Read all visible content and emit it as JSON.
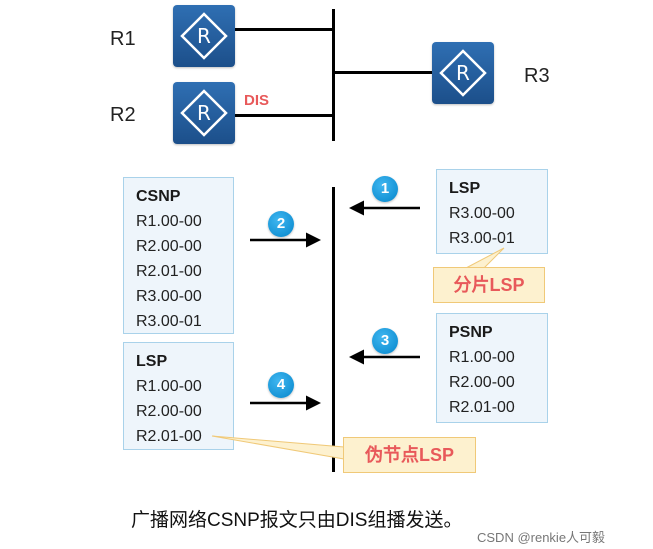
{
  "topology": {
    "routers": [
      {
        "label": "R1"
      },
      {
        "label": "R2",
        "tag": "DIS"
      },
      {
        "label": "R3"
      }
    ]
  },
  "csnp": {
    "header": "CSNP",
    "entries": [
      "R1.00-00",
      "R2.00-00",
      "R2.01-00",
      "R3.00-00",
      "R3.00-01"
    ]
  },
  "lsp_left": {
    "header": "LSP",
    "entries": [
      "R1.00-00",
      "R2.00-00",
      "R2.01-00"
    ]
  },
  "lsp_right": {
    "header": "LSP",
    "entries": [
      "R3.00-00",
      "R3.00-01"
    ]
  },
  "psnp": {
    "header": "PSNP",
    "entries": [
      "R1.00-00",
      "R2.00-00",
      "R2.01-00"
    ]
  },
  "steps": [
    "1",
    "2",
    "3",
    "4"
  ],
  "callouts": {
    "fragment": "分片LSP",
    "pseudonode": "伪节点LSP"
  },
  "caption": "广播网络CSNP报文只由DIS组播发送。",
  "watermark": "CSDN @renkie人可毅",
  "colors": {
    "router": "#1c4f8a",
    "box_bg": "#eef5fb",
    "box_border": "#a9d2ea",
    "step": "#1694d6",
    "callout_bg": "#fdf1cf",
    "callout_text": "#e8595a"
  }
}
